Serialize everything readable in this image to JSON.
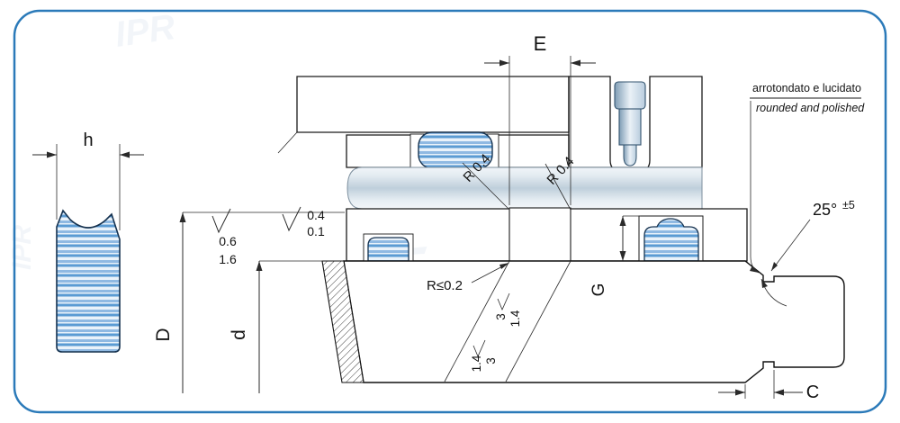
{
  "frame": {
    "border_color": "#2b7ab9",
    "background": "#ffffff"
  },
  "watermark": {
    "text": "IPR"
  },
  "labels": {
    "h": "h",
    "E": "E",
    "D": "D",
    "d": "d",
    "G": "G",
    "C": "C"
  },
  "annotations": {
    "radius_left": "R 0.4",
    "radius_right": "R 0.4",
    "radius_bottom": "R≤0.2",
    "angle": "25°",
    "angle_tol": "±5",
    "note_line1": "arrotondato e lucidato",
    "note_line2": "rounded and polished",
    "finish_a_top": "0.4",
    "finish_a_bottom": "0.1",
    "finish_b_top": "0.6",
    "finish_b_bottom": "1.6",
    "chamfer_upper_left": "3",
    "chamfer_upper_right": "1.4",
    "chamfer_lower_left": "1.4",
    "chamfer_lower_right": "3"
  },
  "colors": {
    "seal_blue": "#5a9bd3",
    "seal_blue_light": "#e9f2fa",
    "hatch": "#4a4a4a",
    "outline": "#1a1a1a"
  }
}
